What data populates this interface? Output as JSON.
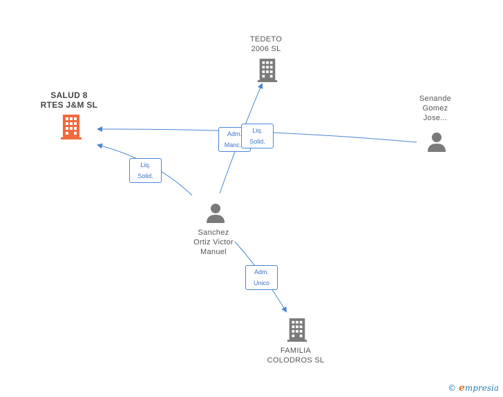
{
  "colors": {
    "edge": "#4a86d4",
    "company_main": "#f26a3d",
    "company": "#7a7a7a",
    "person": "#7a7a7a"
  },
  "nodes": {
    "salud": {
      "label_1": "SALUD 8",
      "label_2": "RTES J&M SL",
      "icon": "building-icon"
    },
    "tedeto": {
      "label_1": "TEDETO",
      "label_2": "2006 SL",
      "icon": "building-icon"
    },
    "senande": {
      "label_1": "Senande",
      "label_2": "Gomez",
      "label_3": "Jose...",
      "icon": "person-icon"
    },
    "sanchez": {
      "label_1": "Sanchez",
      "label_2": "Ortiz Victor",
      "label_3": "Manuel",
      "icon": "person-icon"
    },
    "familia": {
      "label_1": "FAMILIA",
      "label_2": "COLODROS SL",
      "icon": "building-icon"
    }
  },
  "edges": {
    "sanchez_salud": {
      "line1": "Liq.",
      "line2": "Solid."
    },
    "sanchez_tedeto": {
      "line1": "Adm.",
      "line2": "Manc..."
    },
    "senande_salud": {
      "line1": "Liq.",
      "line2": "Solid."
    },
    "sanchez_familia": {
      "line1": "Adm.",
      "line2": "Unico"
    }
  },
  "watermark": {
    "copyright": "©",
    "brand_initial": "e",
    "brand_rest": "mpresia"
  }
}
